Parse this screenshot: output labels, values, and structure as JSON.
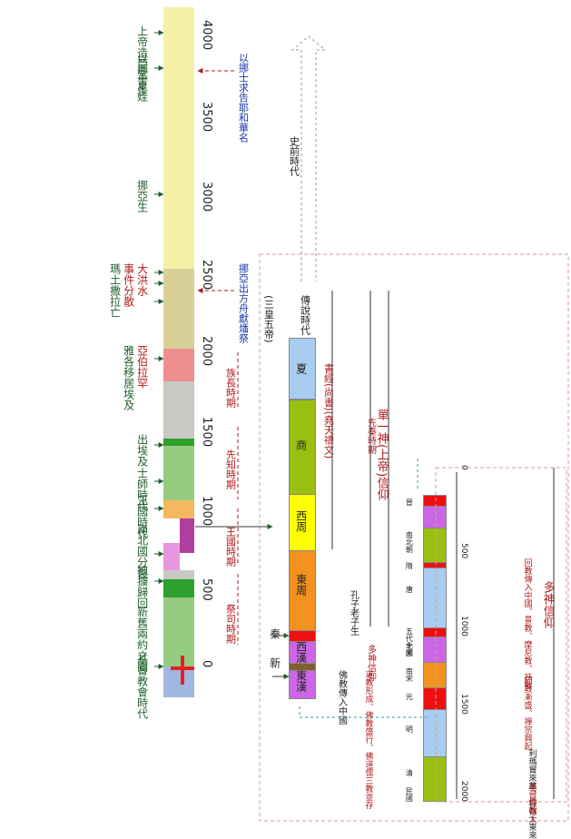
{
  "left_axis": {
    "ticks": [
      "4000",
      "3500",
      "3000",
      "2500",
      "2000",
      "1500",
      "1000",
      "500",
      "0"
    ]
  },
  "left_labels": [
    {
      "id": "l1",
      "text": "上帝造亞當夏娃"
    },
    {
      "id": "l2",
      "text": "以挪士生"
    },
    {
      "id": "l3",
      "text": "挪亞生"
    },
    {
      "id": "l4",
      "text": "瑪土撒拉亡"
    },
    {
      "id": "l5",
      "text": "大洪水"
    },
    {
      "id": "l6",
      "text": "事件分散"
    },
    {
      "id": "l7",
      "text": "亞伯拉罕"
    },
    {
      "id": "l8",
      "text": "雅各移居埃及"
    },
    {
      "id": "l9",
      "text": "出埃及"
    },
    {
      "id": "l10",
      "text": "士師時代"
    },
    {
      "id": "l11",
      "text": "王國時代"
    },
    {
      "id": "l12",
      "text": "南北國分裂"
    },
    {
      "id": "l13",
      "text": "被擄歸回"
    },
    {
      "id": "l14",
      "text": "新舊兩約之間"
    },
    {
      "id": "l15",
      "text": "基督教會時代"
    }
  ],
  "middle_notes": {
    "enos": "以挪士求告耶和華名",
    "noah": "挪亞出方舟獻燔祭",
    "prehistoric": "史前時代",
    "legend": "傳說時代",
    "three_five": "(三皇五帝)",
    "shangdi_book": "書經(尚書)(堯天禱文)",
    "one_god": "單一神(上帝)信仰",
    "late_stage": "先秦時期",
    "multi_god": "多神信仰",
    "multi_god2": "多神信仰",
    "sage_king": "族長時期",
    "prophets": "先知時期",
    "kings": "王國時期",
    "priests": "祭司時期",
    "confucius": "孔子老子生",
    "hundred_schools": "佛教傳入中國",
    "han_note": "道教形成、佛教盛行、佛道儒三教並存",
    "right_note1": "回教傳入中國、景教、摩尼教、祆教",
    "right_note2": "回教漸盛、禪宗興起",
    "right_note3": "利瑪竇來華、傳教士東來",
    "right_note4": "基督教傳入"
  },
  "dynasties_left": [
    "夏",
    "商",
    "西周",
    "東周",
    "秦",
    "西漢",
    "新",
    "東漢"
  ],
  "dynasties_right": [
    "晉",
    "南北朝",
    "隋",
    "唐",
    "五代十國",
    "北宋",
    "南宋",
    "元",
    "明",
    "清",
    "民國"
  ],
  "right_axis": {
    "ticks": [
      "0",
      "500",
      "1000",
      "1500",
      "2000"
    ]
  },
  "colors": {
    "yellow": "#f5f0a8",
    "tan": "#d8d097",
    "pink": "#ee8f8f",
    "gray": "#c8c8c4",
    "green": "#96cc80",
    "dgreen": "#2ea02e",
    "orange": "#f4b860",
    "magenta": "#b040a0",
    "lpink": "#e898e0",
    "blue": "#a0b8e0",
    "red": "#e82020",
    "c_blue": "#a8cdf0",
    "c_green": "#99c010",
    "c_yellow": "#ffff00",
    "c_orange": "#f4921f",
    "c_red": "#ee1010",
    "c_purple": "#cc66e6",
    "c_brown": "#806030"
  }
}
